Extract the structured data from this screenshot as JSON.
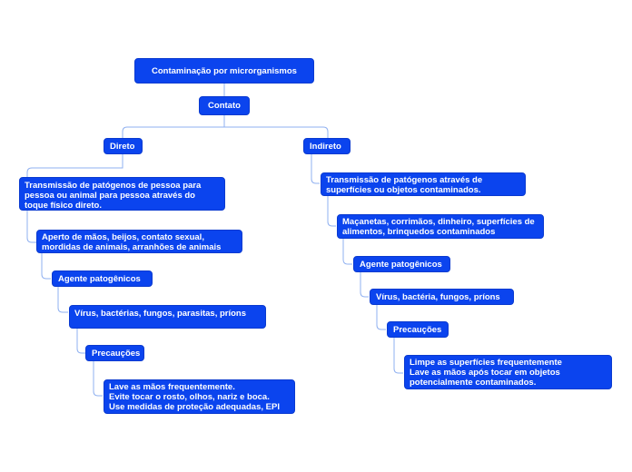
{
  "map": {
    "root": "Contaminação por microrganismos",
    "contact": "Contato",
    "direct": {
      "label": "Direto",
      "definition": "Transmissão de patógenos de pessoa para pessoa ou animal para pessoa através do toque físico direto.",
      "examples": "Aperto de mãos, beijos, contato sexual, mordidas de animais, arranhões de animais",
      "agents_label": "Agente patogênicos",
      "agents": "Vírus, bactérias, fungos, parasitas, príons",
      "precautions_label": "Precauções",
      "precautions": "Lave as mãos frequentemente.\nEvite tocar o rosto, olhos, nariz e boca.\nUse medidas de proteção adequadas, EPI"
    },
    "indirect": {
      "label": "Indireto",
      "definition": "Transmissão de patógenos através de superfícies ou objetos contaminados.",
      "examples": "Maçanetas, corrimãos, dinheiro, superfícies de alimentos, brinquedos contaminados",
      "agents_label": "Agente patogênicos",
      "agents": "Vírus, bactéria, fungos, príons",
      "precautions_label": "Precauções",
      "precautions": "Limpe as superfícies frequentemente\nLave as mãos após tocar em objetos potencialmente contaminados."
    }
  }
}
